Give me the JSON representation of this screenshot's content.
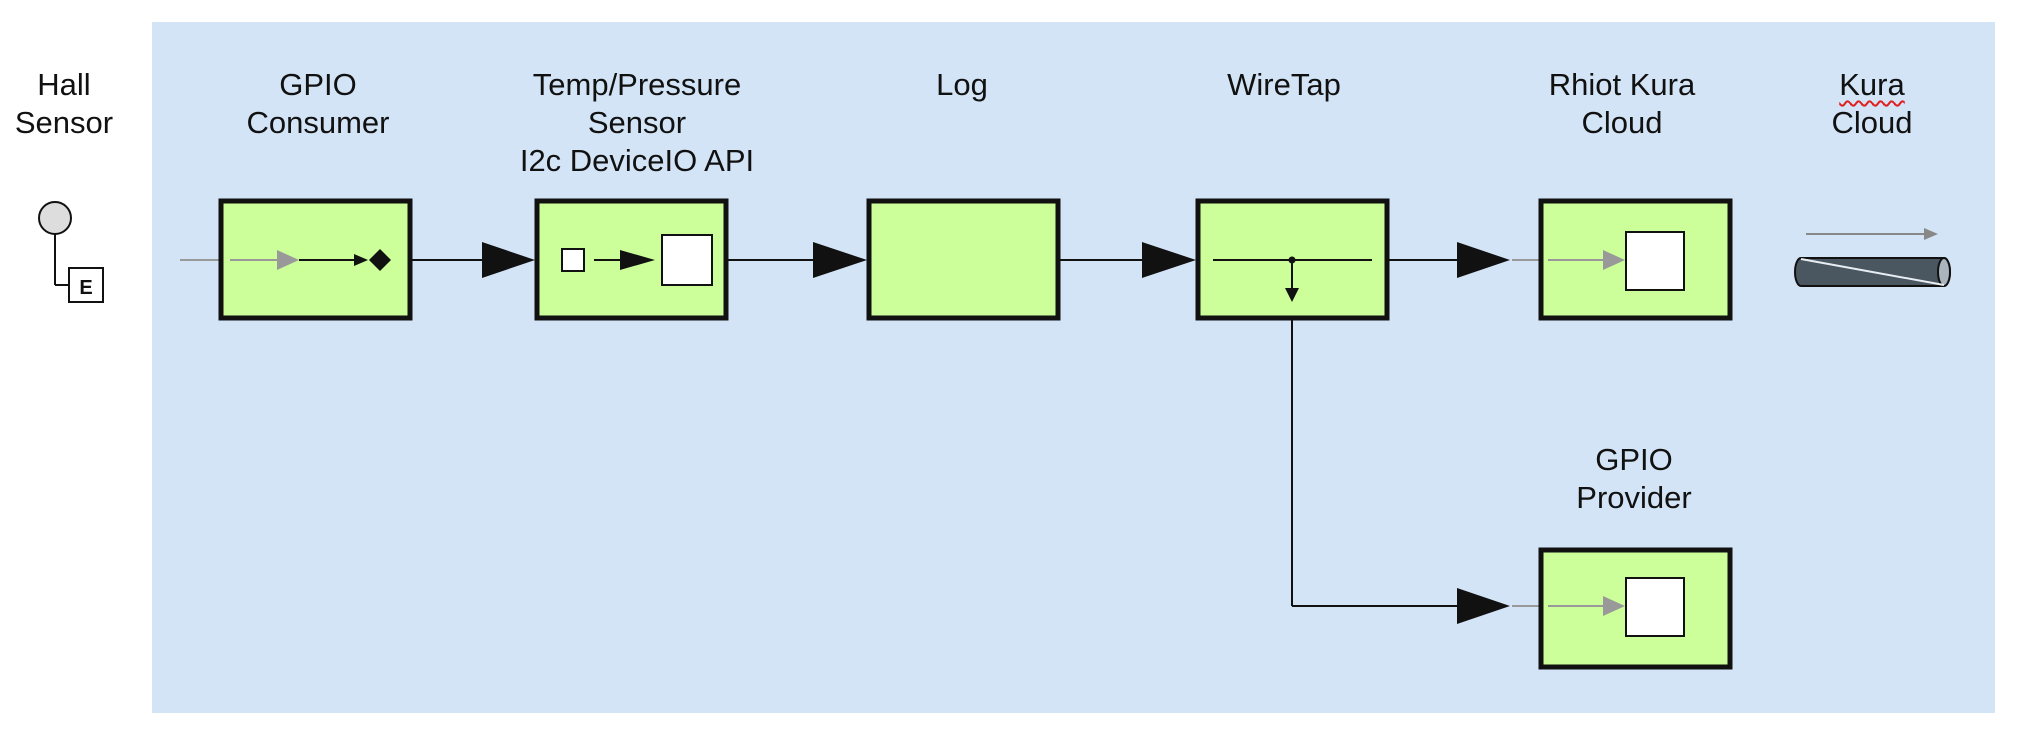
{
  "colors": {
    "route_background": "#d3e4f6",
    "component_fill": "#ccff99",
    "component_border": "#111111",
    "flow_line": "#111111",
    "inner_arrow": "#888888",
    "hall_sensor_fill": "#dddddd"
  },
  "labels": {
    "hall_sensor": [
      "Hall",
      "Sensor"
    ],
    "gpio_consumer": [
      "GPIO",
      "Consumer"
    ],
    "temp_pressure": [
      "Temp/Pressure",
      "Sensor",
      "I2c DeviceIO API"
    ],
    "log": [
      "Log"
    ],
    "wiretap": [
      "WireTap"
    ],
    "rhiot_kura_cloud": [
      "Rhiot Kura",
      "Cloud"
    ],
    "kura_cloud": [
      "Kura",
      "Cloud"
    ],
    "gpio_provider": [
      "GPIO",
      "Provider"
    ]
  },
  "hall_sensor_badge": "E",
  "icons": {
    "hall_sensor": "event-endpoint-icon",
    "gpio_consumer": "polling-consumer-icon",
    "temp_pressure": "message-translator-icon",
    "wiretap": "wiretap-icon",
    "rhiot_kura_cloud": "message-endpoint-icon",
    "gpio_provider": "message-endpoint-icon",
    "kura_cloud": "message-channel-icon"
  }
}
